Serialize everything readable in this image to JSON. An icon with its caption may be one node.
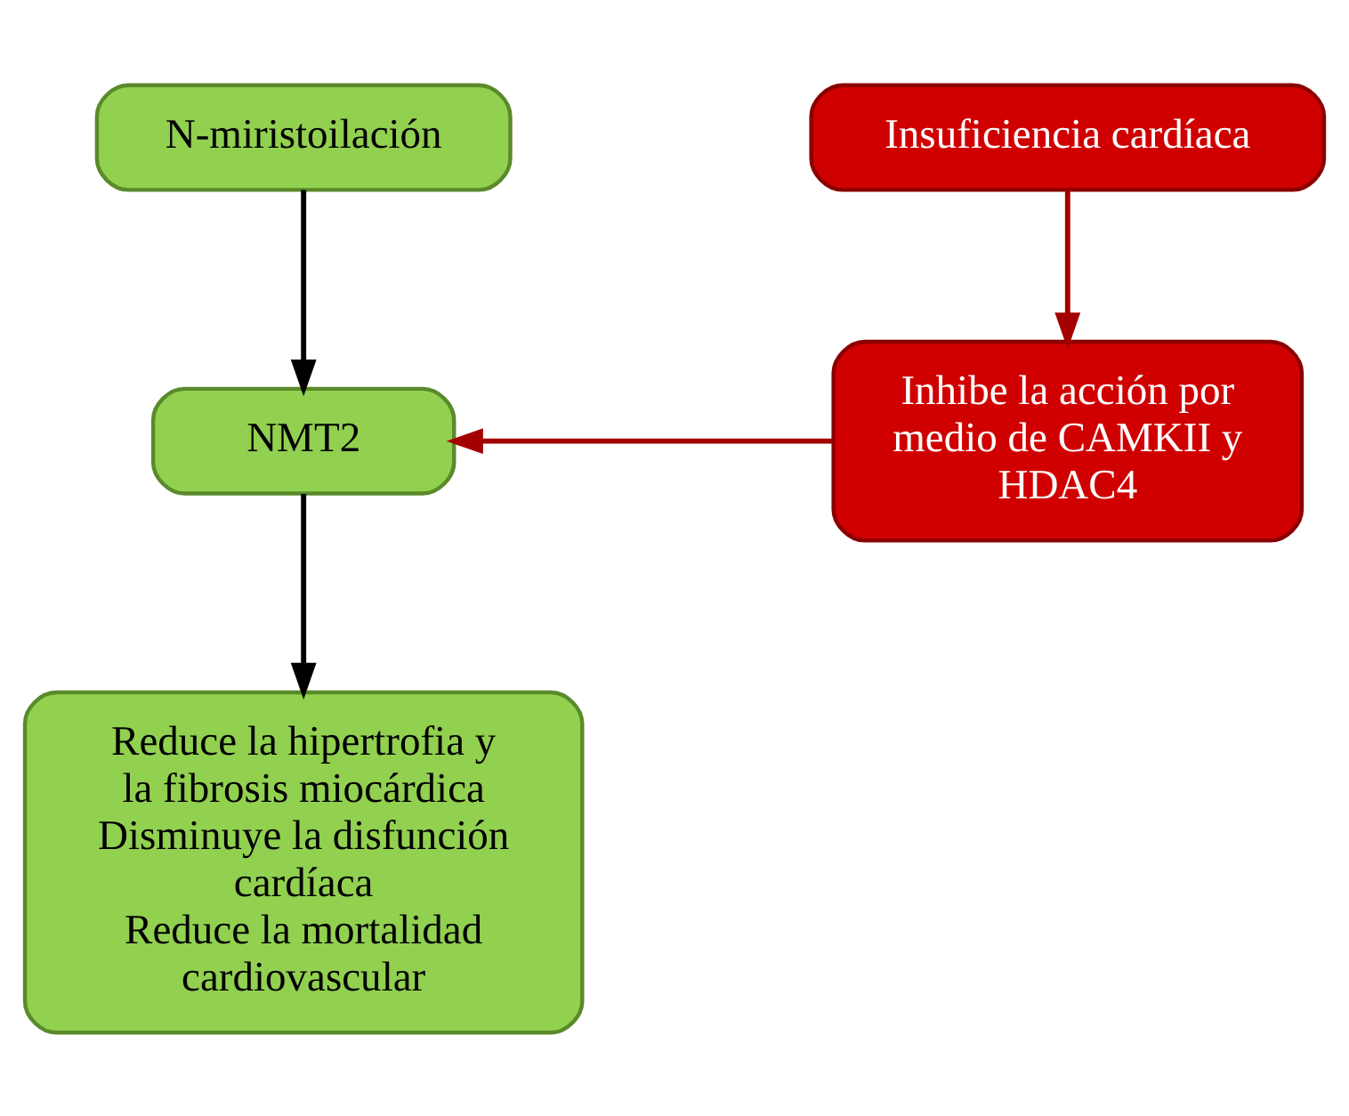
{
  "diagram": {
    "nodes": [
      {
        "text": [
          "N-miristoilación"
        ]
      },
      {
        "text": [
          "NMT2"
        ]
      },
      {
        "text": [
          "Reduce la hipertrofia y la fibrosis miocárdica",
          "Disminuye la disfunción cardíaca",
          "Reduce la mortalidad cardiovascular"
        ]
      },
      {
        "text": [
          "Insuficiencia cardíaca"
        ]
      },
      {
        "text": [
          "Inhibe la acción por medio de CAMKII y HDAC4"
        ]
      }
    ],
    "edges": [
      {
        "from": 0,
        "to": 1,
        "arrow": "to",
        "color": "#000000"
      },
      {
        "from": 1,
        "to": 2,
        "arrow": "to",
        "color": "#000000"
      },
      {
        "from": 3,
        "to": 4,
        "arrow": "to",
        "color": "#a50000"
      },
      {
        "from": 4,
        "to": 1,
        "arrow": "to",
        "color": "#a50000"
      }
    ]
  }
}
